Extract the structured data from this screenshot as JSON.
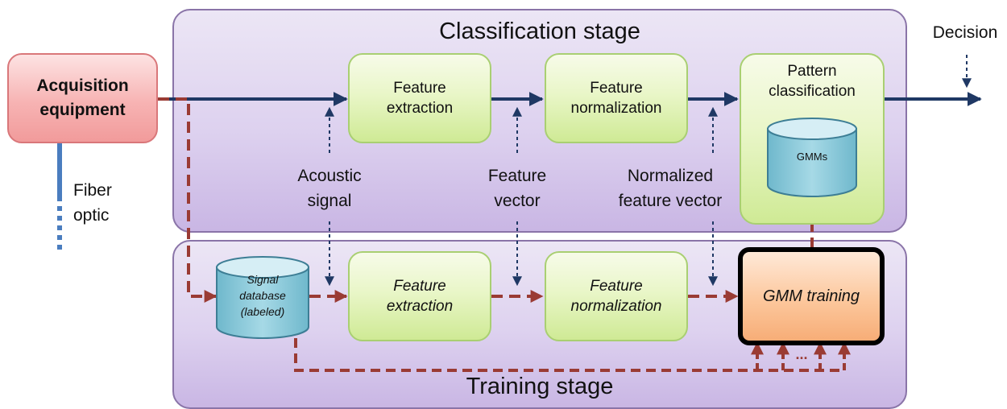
{
  "stages": {
    "classification_title": "Classification stage",
    "training_title": "Training stage"
  },
  "acquisition": {
    "line1": "Acquisition",
    "line2": "equipment"
  },
  "fiber": {
    "line1": "Fiber",
    "line2": "optic"
  },
  "decision": "Decision",
  "classification": {
    "feature_extraction": {
      "line1": "Feature",
      "line2": "extraction"
    },
    "feature_normalization": {
      "line1": "Feature",
      "line2": "normalization"
    },
    "pattern_classification": {
      "line1": "Pattern",
      "line2": "classification"
    },
    "gmms": "GMMs"
  },
  "signal_labels": {
    "acoustic": {
      "line1": "Acoustic",
      "line2": "signal"
    },
    "feature_vector": {
      "line1": "Feature",
      "line2": "vector"
    },
    "normalized": {
      "line1": "Normalized",
      "line2": "feature vector"
    }
  },
  "training": {
    "signal_database": {
      "line1": "Signal",
      "line2": "database",
      "line3": "(labeled)"
    },
    "feature_extraction": {
      "line1": "Feature",
      "line2": "extraction"
    },
    "feature_normalization": {
      "line1": "Feature",
      "line2": "normalization"
    },
    "gmm_training": "GMM training",
    "ellipsis": "..."
  },
  "colors": {
    "signal_arrow": "#1f3864",
    "training_arrow": "#9a3b34",
    "fiber": "#4a7dbf"
  }
}
